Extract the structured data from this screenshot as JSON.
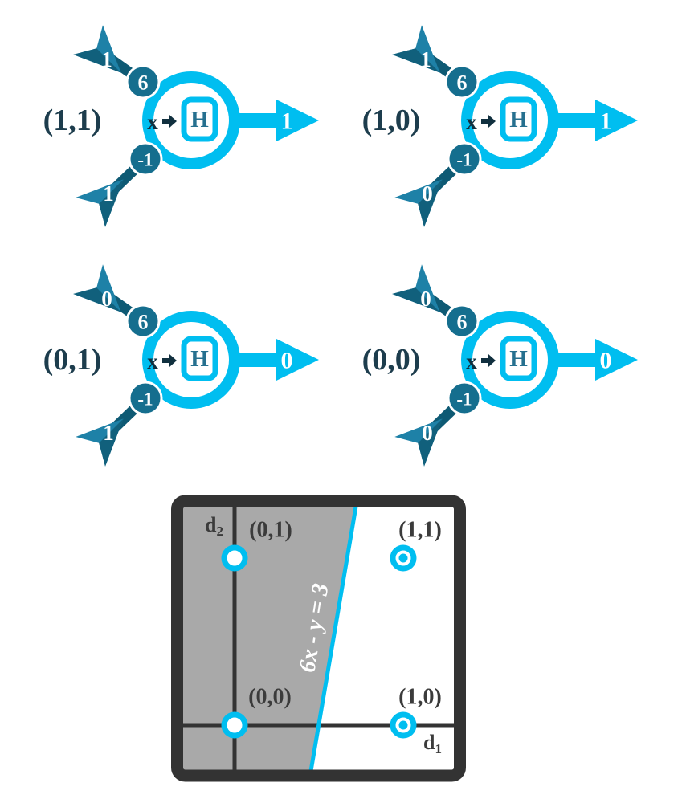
{
  "colors": {
    "cyan": "#00BEF0",
    "teal_weight_circle": "#156E8E",
    "dart": "#1E81A7",
    "dart_shadow": "#11607C",
    "shaft": "#0E5A74",
    "case_label": "#1D3D4D",
    "x_letter": "#11303F",
    "h_letter": "#26708F",
    "charcoal_border": "#333333",
    "gray_region": "#A9A9A9",
    "point_label": "#3B3B3B",
    "white": "#FFFFFF"
  },
  "neurons": [
    {
      "case_label": "(1,1)",
      "input_top": "1",
      "weight_top": "6",
      "input_bottom": "1",
      "weight_bottom": "-1",
      "x_label": "x",
      "h_label": "H",
      "output": "1"
    },
    {
      "case_label": "(1,0)",
      "input_top": "1",
      "weight_top": "6",
      "input_bottom": "0",
      "weight_bottom": "-1",
      "x_label": "x",
      "h_label": "H",
      "output": "1"
    },
    {
      "case_label": "(0,1)",
      "input_top": "0",
      "weight_top": "6",
      "input_bottom": "1",
      "weight_bottom": "-1",
      "x_label": "x",
      "h_label": "H",
      "output": "0"
    },
    {
      "case_label": "(0,0)",
      "input_top": "0",
      "weight_top": "6",
      "input_bottom": "0",
      "weight_bottom": "-1",
      "x_label": "x",
      "h_label": "H",
      "output": "0"
    }
  ],
  "plot": {
    "boundary_label": "6x - y = 3",
    "axis_d2": {
      "letter": "d",
      "sub": "2"
    },
    "axis_d1": {
      "letter": "d",
      "sub": "1"
    },
    "point_labels": {
      "p01": "(0,1)",
      "p11": "(1,1)",
      "p00": "(0,0)",
      "p10": "(1,0)"
    }
  },
  "chart_data": {
    "type": "scatter",
    "xlabel": "d1",
    "ylabel": "d2",
    "points": [
      {
        "label": "(0,1)",
        "x": 0,
        "y": 1,
        "class": 0,
        "marker": "open-circle"
      },
      {
        "label": "(1,1)",
        "x": 1,
        "y": 1,
        "class": 1,
        "marker": "bullseye"
      },
      {
        "label": "(0,0)",
        "x": 0,
        "y": 0,
        "class": 0,
        "marker": "open-circle"
      },
      {
        "label": "(1,0)",
        "x": 1,
        "y": 0,
        "class": 1,
        "marker": "bullseye"
      }
    ],
    "boundary_line": {
      "equation": "6x - y = 3",
      "color": "#00BEF0"
    },
    "shaded_region": "6x - y < 3",
    "legend_position": "none",
    "grid": false
  }
}
